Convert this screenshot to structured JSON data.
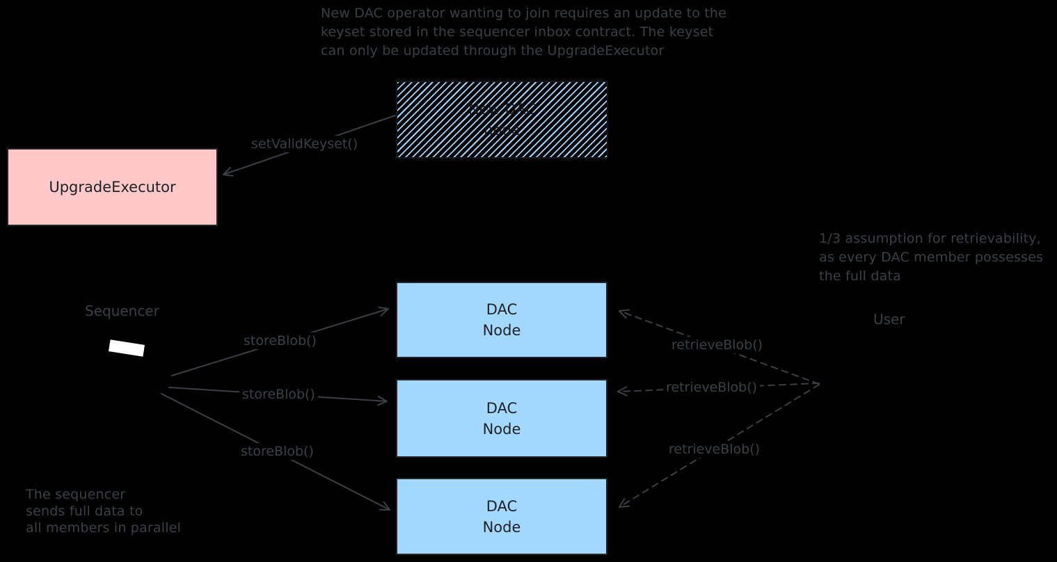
{
  "colors": {
    "background": "#000000",
    "ink": "#3b4046",
    "box_border": "#212529",
    "box_text": "#1d2125",
    "pink": "#ffc9c9",
    "blue": "#a5d8ff",
    "white": "#ffffff"
  },
  "annotations": {
    "top": "New DAC operator wanting to join requires an update to the\nkeyset stored in the sequencer inbox contract. The keyset\ncan only be updated through the UpgradeExecutor",
    "right": "1/3 assumption for retrievability,\nas every DAC member possesses\nthe full data",
    "bottom_left": "The sequencer\nsends full data to\nall members in parallel"
  },
  "labels": {
    "sequencer": "Sequencer",
    "user": "User"
  },
  "nodes": {
    "new_dac_node": "New DAC\nnode",
    "upgrade_executor": "UpgradeExecutor",
    "dac_node": "DAC\nNode"
  },
  "calls": {
    "set_valid_keyset": "setValidKeyset()",
    "store_blob": "storeBlob()",
    "retrieve_blob": "retrieveBlob()"
  }
}
